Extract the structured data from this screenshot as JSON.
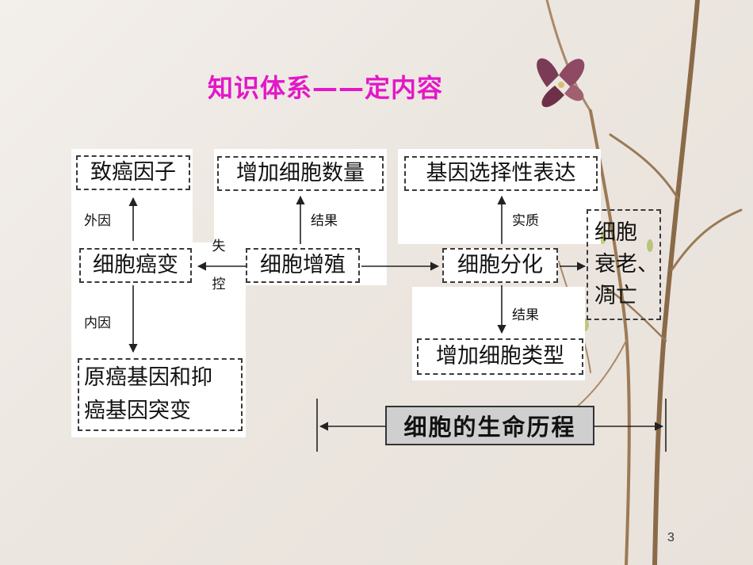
{
  "title": "知识体系——定内容",
  "nodes": {
    "carcinogen": "致癌因子",
    "cancer": "细胞癌变",
    "gene_line1": "原癌基因和抑",
    "gene_line2": "癌基因突变",
    "increase_number": "增加细胞数量",
    "proliferation": "细胞增殖",
    "gene_expression": "基因选择性表达",
    "differentiation": "细胞分化",
    "increase_types": "增加细胞类型",
    "aging_line1": "细胞",
    "aging_line2": "衰老、",
    "aging_line3": "凋亡"
  },
  "edge_labels": {
    "external": "外因",
    "internal": "内因",
    "loss_ctrl_1": "失",
    "loss_ctrl_2": "控",
    "result_1": "结果",
    "essence": "实质",
    "result_2": "结果"
  },
  "span_label": "细胞的生命历程",
  "page_number": "3"
}
